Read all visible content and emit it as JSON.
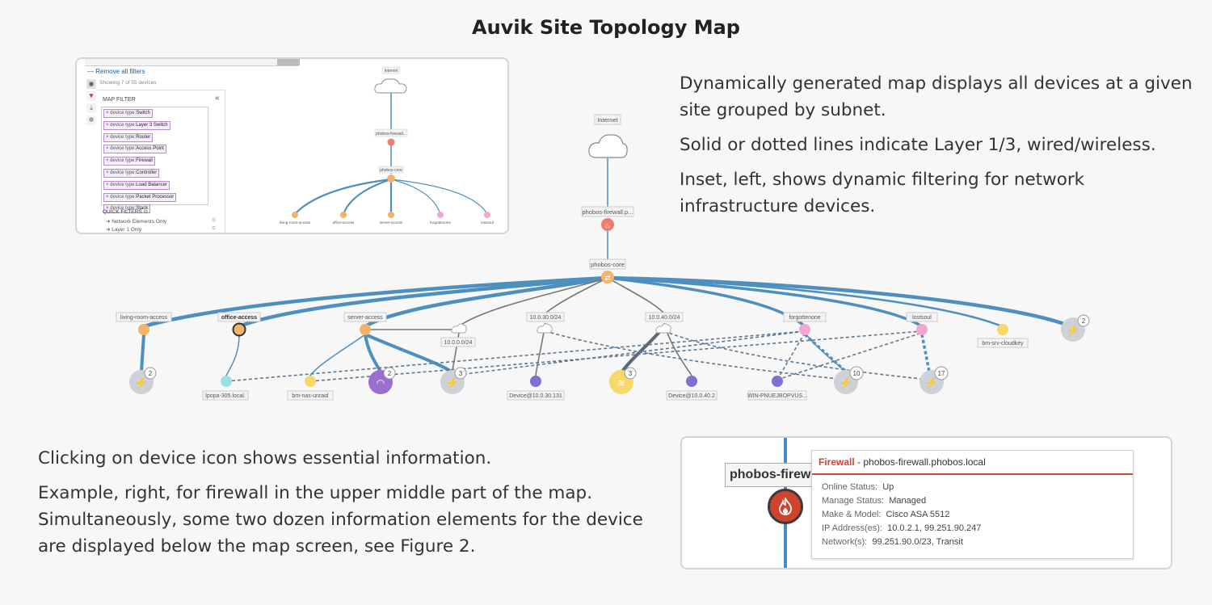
{
  "title": "Auvik Site Topology Map",
  "description_right": [
    "Dynamically generated map displays all devices at a given site grouped by subnet.",
    "Solid or dotted lines indicate Layer 1/3, wired/wireless.",
    "Inset, left, shows dynamic filtering for network infrastructure devices."
  ],
  "description_left": [
    "Clicking on device icon shows essential information.",
    "Example, right, for firewall in the upper middle part of the map. Simultaneously, some two dozen information elements for the device are displayed below the map screen, see Figure 2."
  ],
  "inset": {
    "remove_filters": "— Remove all filters",
    "showing": "Showing 7 of 55 devices",
    "map_filter_title": "MAP FILTER",
    "filter_prefix": "× device type:",
    "filters": [
      "Switch",
      "Layer 3 Switch",
      "Router",
      "Access Point",
      "Firewall",
      "Controller",
      "Load Balancer",
      "Packet Processor",
      "Stack"
    ],
    "quick_filters_title": "QUICK FILTERS ⊙",
    "quick_filters": [
      "➔ Network Elements Only",
      "➔ Layer 1 Only"
    ],
    "map": {
      "internet": "Internet",
      "firewall": "phobos-firewall...",
      "core": "phobos-core",
      "leaves": [
        "living-room-access",
        "office-access",
        "server-access",
        "forgottenone",
        "lostsoul"
      ]
    }
  },
  "map": {
    "internet": "Internet",
    "firewall": "phobos-firewall.p...",
    "core": "phobos-core",
    "switches": [
      "living-room-access",
      "office-access",
      "server-access",
      "forgottenone",
      "lostsoul"
    ],
    "subnets": [
      "10.0.0.0/24",
      "10.0.30.0/24",
      "10.0.40.0/24"
    ],
    "leaf_labels": [
      "lpopa-305.local.",
      "bm-nas-unraid",
      "Device@10.0.30.131",
      "Device@10.0.40.2",
      "WIN-PNUEJBOPVUS...",
      "bm-srv-cloudkey"
    ],
    "counts": [
      "2",
      "2",
      "3",
      "3",
      "10",
      "17",
      "2"
    ],
    "colors": {
      "link": "#4d8fbe",
      "thin_link": "#777777",
      "orange": "#f5b26b",
      "gray": "#cfd1d8",
      "purple": "#7d6fd6",
      "pink": "#f3a6d1",
      "yellow": "#f7d96a",
      "red": "#ef7d6d"
    }
  },
  "card": {
    "node_label": "phobos-firewall",
    "type": "Firewall",
    "hostname": " - phobos-firewall.phobos.local",
    "rows": [
      {
        "k": "Online Status:",
        "v": "Up"
      },
      {
        "k": "Manage Status:",
        "v": "Managed"
      },
      {
        "k": "Make & Model:",
        "v": "Cisco ASA 5512"
      },
      {
        "k": "IP Address(es):",
        "v": "10.0.2.1, 99.251.90.247"
      },
      {
        "k": "Network(s):",
        "v": "99.251.90.0/23, Transit"
      }
    ]
  }
}
